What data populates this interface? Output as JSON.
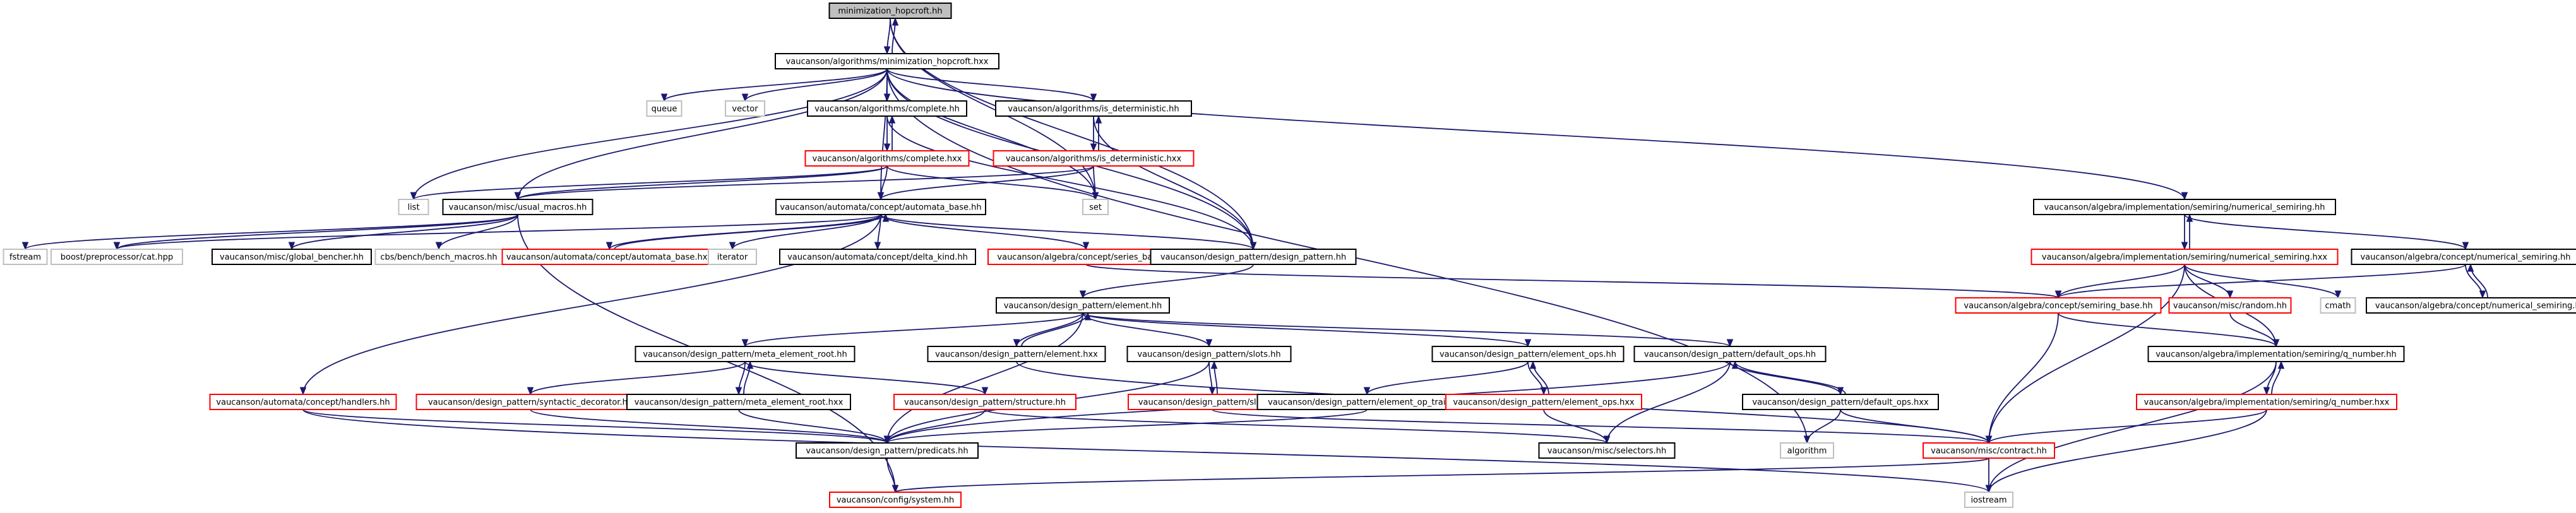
{
  "graph": {
    "colors": {
      "edge": "#191970",
      "root_fill": "#bfbfbf",
      "root_border": "#000000",
      "normal_border": "#000000",
      "missing_border": "#ff0000",
      "system_border": "#bfbfbf",
      "fill": "#ffffff"
    },
    "nodes": [
      {
        "id": "n0",
        "label": "minimization_hopcroft.hh",
        "kind": "root"
      },
      {
        "id": "n1",
        "label": "vaucanson/algorithms/minimization_hopcroft.hxx",
        "kind": "normal"
      },
      {
        "id": "n2",
        "label": "queue",
        "kind": "system"
      },
      {
        "id": "n3",
        "label": "vector",
        "kind": "system"
      },
      {
        "id": "n4",
        "label": "vaucanson/algorithms/complete.hh",
        "kind": "normal"
      },
      {
        "id": "n5",
        "label": "vaucanson/algorithms/is_deterministic.hh",
        "kind": "normal"
      },
      {
        "id": "n6",
        "label": "vaucanson/algorithms/complete.hxx",
        "kind": "missing"
      },
      {
        "id": "n7",
        "label": "vaucanson/algorithms/is_deterministic.hxx",
        "kind": "missing"
      },
      {
        "id": "n8",
        "label": "list",
        "kind": "system"
      },
      {
        "id": "n9",
        "label": "vaucanson/misc/usual_macros.hh",
        "kind": "normal"
      },
      {
        "id": "n10",
        "label": "vaucanson/automata/concept/automata_base.hh",
        "kind": "normal"
      },
      {
        "id": "n11",
        "label": "set",
        "kind": "system"
      },
      {
        "id": "n12",
        "label": "vaucanson/algebra/implementation/semiring/numerical_semiring.hh",
        "kind": "normal"
      },
      {
        "id": "n13",
        "label": "fstream",
        "kind": "system"
      },
      {
        "id": "n14",
        "label": "boost/preprocessor/cat.hpp",
        "kind": "system"
      },
      {
        "id": "n15",
        "label": "vaucanson/misc/global_bencher.hh",
        "kind": "normal"
      },
      {
        "id": "n16",
        "label": "cbs/bench/bench_macros.hh",
        "kind": "system"
      },
      {
        "id": "n17",
        "label": "vaucanson/automata/concept/automata_base.hxx",
        "kind": "missing"
      },
      {
        "id": "n18",
        "label": "iterator",
        "kind": "system"
      },
      {
        "id": "n19",
        "label": "vaucanson/automata/concept/delta_kind.hh",
        "kind": "normal"
      },
      {
        "id": "n20",
        "label": "vaucanson/algebra/concept/series_base.hh",
        "kind": "missing"
      },
      {
        "id": "n21",
        "label": "vaucanson/design_pattern/design_pattern.hh",
        "kind": "normal"
      },
      {
        "id": "n22",
        "label": "vaucanson/algebra/implementation/semiring/numerical_semiring.hxx",
        "kind": "missing"
      },
      {
        "id": "n23",
        "label": "vaucanson/algebra/concept/numerical_semiring.hh",
        "kind": "normal"
      },
      {
        "id": "n24",
        "label": "vaucanson/algebra/concept/numerical_semiring.hxx",
        "kind": "normal"
      },
      {
        "id": "n25",
        "label": "vaucanson/design_pattern/element.hh",
        "kind": "normal"
      },
      {
        "id": "n26",
        "label": "vaucanson/algebra/concept/semiring_base.hh",
        "kind": "missing"
      },
      {
        "id": "n27",
        "label": "vaucanson/misc/random.hh",
        "kind": "missing"
      },
      {
        "id": "n28",
        "label": "cmath",
        "kind": "system"
      },
      {
        "id": "n29",
        "label": "vaucanson/algebra/implementation/semiring/q_number.hh",
        "kind": "normal"
      },
      {
        "id": "n30",
        "label": "vaucanson/design_pattern/meta_element_root.hh",
        "kind": "normal"
      },
      {
        "id": "n31",
        "label": "vaucanson/design_pattern/element.hxx",
        "kind": "normal"
      },
      {
        "id": "n32",
        "label": "vaucanson/design_pattern/slots.hh",
        "kind": "normal"
      },
      {
        "id": "n33",
        "label": "vaucanson/design_pattern/element_ops.hh",
        "kind": "normal"
      },
      {
        "id": "n34",
        "label": "vaucanson/design_pattern/default_ops.hh",
        "kind": "normal"
      },
      {
        "id": "n35",
        "label": "vaucanson/automata/concept/handlers.hh",
        "kind": "missing"
      },
      {
        "id": "n36",
        "label": "vaucanson/design_pattern/syntactic_decorator.hh",
        "kind": "missing"
      },
      {
        "id": "n37",
        "label": "vaucanson/design_pattern/meta_element_root.hxx",
        "kind": "normal"
      },
      {
        "id": "n38",
        "label": "vaucanson/design_pattern/structure.hh",
        "kind": "missing"
      },
      {
        "id": "n39",
        "label": "vaucanson/design_pattern/slots.hxx",
        "kind": "missing"
      },
      {
        "id": "n40",
        "label": "vaucanson/design_pattern/element_op_traits.hh",
        "kind": "normal"
      },
      {
        "id": "n41",
        "label": "vaucanson/design_pattern/element_ops.hxx",
        "kind": "missing"
      },
      {
        "id": "n42",
        "label": "vaucanson/design_pattern/default_ops.hxx",
        "kind": "normal"
      },
      {
        "id": "n43",
        "label": "vaucanson/algebra/implementation/semiring/q_number.hxx",
        "kind": "missing"
      },
      {
        "id": "n44",
        "label": "vaucanson/design_pattern/predicats.hh",
        "kind": "normal"
      },
      {
        "id": "n45",
        "label": "vaucanson/misc/selectors.hh",
        "kind": "normal"
      },
      {
        "id": "n46",
        "label": "algorithm",
        "kind": "system"
      },
      {
        "id": "n47",
        "label": "vaucanson/misc/contract.hh",
        "kind": "missing"
      },
      {
        "id": "n48",
        "label": "vaucanson/config/system.hh",
        "kind": "missing"
      },
      {
        "id": "n49",
        "label": "iostream",
        "kind": "system"
      }
    ],
    "edges": [
      [
        "n0",
        "n1"
      ],
      [
        "n1",
        "n0"
      ],
      [
        "n1",
        "n2"
      ],
      [
        "n1",
        "n3"
      ],
      [
        "n1",
        "n4"
      ],
      [
        "n1",
        "n5"
      ],
      [
        "n1",
        "n8"
      ],
      [
        "n1",
        "n9"
      ],
      [
        "n1",
        "n10"
      ],
      [
        "n1",
        "n11"
      ],
      [
        "n1",
        "n12"
      ],
      [
        "n1",
        "n21"
      ],
      [
        "n1",
        "n46"
      ],
      [
        "n0",
        "n21"
      ],
      [
        "n0",
        "n11"
      ],
      [
        "n4",
        "n6"
      ],
      [
        "n6",
        "n4"
      ],
      [
        "n4",
        "n21"
      ],
      [
        "n5",
        "n7"
      ],
      [
        "n7",
        "n5"
      ],
      [
        "n5",
        "n21"
      ],
      [
        "n6",
        "n8"
      ],
      [
        "n6",
        "n9"
      ],
      [
        "n6",
        "n10"
      ],
      [
        "n6",
        "n11"
      ],
      [
        "n7",
        "n9"
      ],
      [
        "n7",
        "n10"
      ],
      [
        "n7",
        "n11"
      ],
      [
        "n9",
        "n13"
      ],
      [
        "n9",
        "n14"
      ],
      [
        "n9",
        "n15"
      ],
      [
        "n9",
        "n16"
      ],
      [
        "n9",
        "n48"
      ],
      [
        "n10",
        "n14"
      ],
      [
        "n10",
        "n17"
      ],
      [
        "n17",
        "n10"
      ],
      [
        "n10",
        "n18"
      ],
      [
        "n10",
        "n19"
      ],
      [
        "n10",
        "n20"
      ],
      [
        "n10",
        "n21"
      ],
      [
        "n10",
        "n35"
      ],
      [
        "n20",
        "n26"
      ],
      [
        "n21",
        "n25"
      ],
      [
        "n12",
        "n22"
      ],
      [
        "n22",
        "n12"
      ],
      [
        "n12",
        "n23"
      ],
      [
        "n22",
        "n26"
      ],
      [
        "n22",
        "n27"
      ],
      [
        "n22",
        "n28"
      ],
      [
        "n22",
        "n29"
      ],
      [
        "n22",
        "n47"
      ],
      [
        "n23",
        "n24"
      ],
      [
        "n24",
        "n23"
      ],
      [
        "n23",
        "n26"
      ],
      [
        "n26",
        "n29"
      ],
      [
        "n26",
        "n47"
      ],
      [
        "n27",
        "n29"
      ],
      [
        "n29",
        "n43"
      ],
      [
        "n43",
        "n29"
      ],
      [
        "n29",
        "n49"
      ],
      [
        "n43",
        "n47"
      ],
      [
        "n43",
        "n49"
      ],
      [
        "n25",
        "n30"
      ],
      [
        "n25",
        "n31"
      ],
      [
        "n31",
        "n25"
      ],
      [
        "n25",
        "n32"
      ],
      [
        "n25",
        "n33"
      ],
      [
        "n25",
        "n34"
      ],
      [
        "n25",
        "n44"
      ],
      [
        "n30",
        "n36"
      ],
      [
        "n30",
        "n37"
      ],
      [
        "n37",
        "n30"
      ],
      [
        "n30",
        "n38"
      ],
      [
        "n31",
        "n47"
      ],
      [
        "n32",
        "n39"
      ],
      [
        "n39",
        "n32"
      ],
      [
        "n32",
        "n44"
      ],
      [
        "n33",
        "n40"
      ],
      [
        "n33",
        "n41"
      ],
      [
        "n41",
        "n33"
      ],
      [
        "n34",
        "n42"
      ],
      [
        "n42",
        "n34"
      ],
      [
        "n34",
        "n44"
      ],
      [
        "n34",
        "n45"
      ],
      [
        "n35",
        "n44"
      ],
      [
        "n35",
        "n49"
      ],
      [
        "n36",
        "n44"
      ],
      [
        "n37",
        "n44"
      ],
      [
        "n38",
        "n44"
      ],
      [
        "n38",
        "n45"
      ],
      [
        "n39",
        "n47"
      ],
      [
        "n40",
        "n44"
      ],
      [
        "n41",
        "n45"
      ],
      [
        "n42",
        "n46"
      ],
      [
        "n42",
        "n47"
      ],
      [
        "n44",
        "n48"
      ],
      [
        "n47",
        "n48"
      ],
      [
        "n47",
        "n49"
      ]
    ]
  }
}
